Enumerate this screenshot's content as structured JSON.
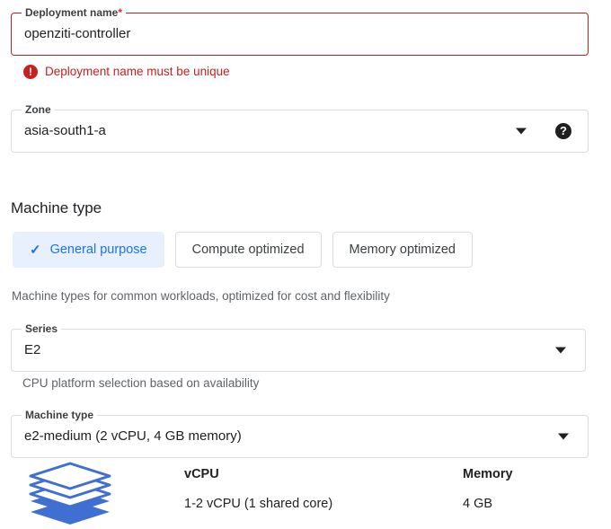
{
  "deployment_name": {
    "label": "Deployment name",
    "required_marker": "*",
    "value": "openziti-controller",
    "error": "Deployment name must be unique",
    "error_icon": "error-exclamation-icon"
  },
  "zone": {
    "label": "Zone",
    "value": "asia-south1-a",
    "caret_icon": "chevron-down-icon",
    "help_icon": "help-question-icon",
    "help_glyph": "?"
  },
  "machine_type_section": {
    "title": "Machine type",
    "chips": [
      {
        "label": "General purpose",
        "selected": true,
        "check_icon": "check-icon"
      },
      {
        "label": "Compute optimized",
        "selected": false
      },
      {
        "label": "Memory optimized",
        "selected": false
      }
    ],
    "chips_helper": "Machine types for common workloads, optimized for cost and flexibility"
  },
  "series": {
    "label": "Series",
    "value": "E2",
    "caret_icon": "chevron-down-icon",
    "helper": "CPU platform selection based on availability"
  },
  "machine_type": {
    "label": "Machine type",
    "value": "e2-medium (2 vCPU, 4 GB memory)",
    "caret_icon": "chevron-down-icon"
  },
  "specs": {
    "icon": "layers-stack-icon",
    "columns": [
      {
        "header": "vCPU",
        "value": "1-2 vCPU (1 shared core)"
      },
      {
        "header": "Memory",
        "value": "4 GB"
      }
    ]
  },
  "colors": {
    "accent_blue": "#1a73e8",
    "accent_blue_bg": "#e8f0fe",
    "error_red": "#c5221f",
    "field_border": "#dadce0",
    "text_primary": "#202124",
    "text_secondary": "#5f6368"
  }
}
